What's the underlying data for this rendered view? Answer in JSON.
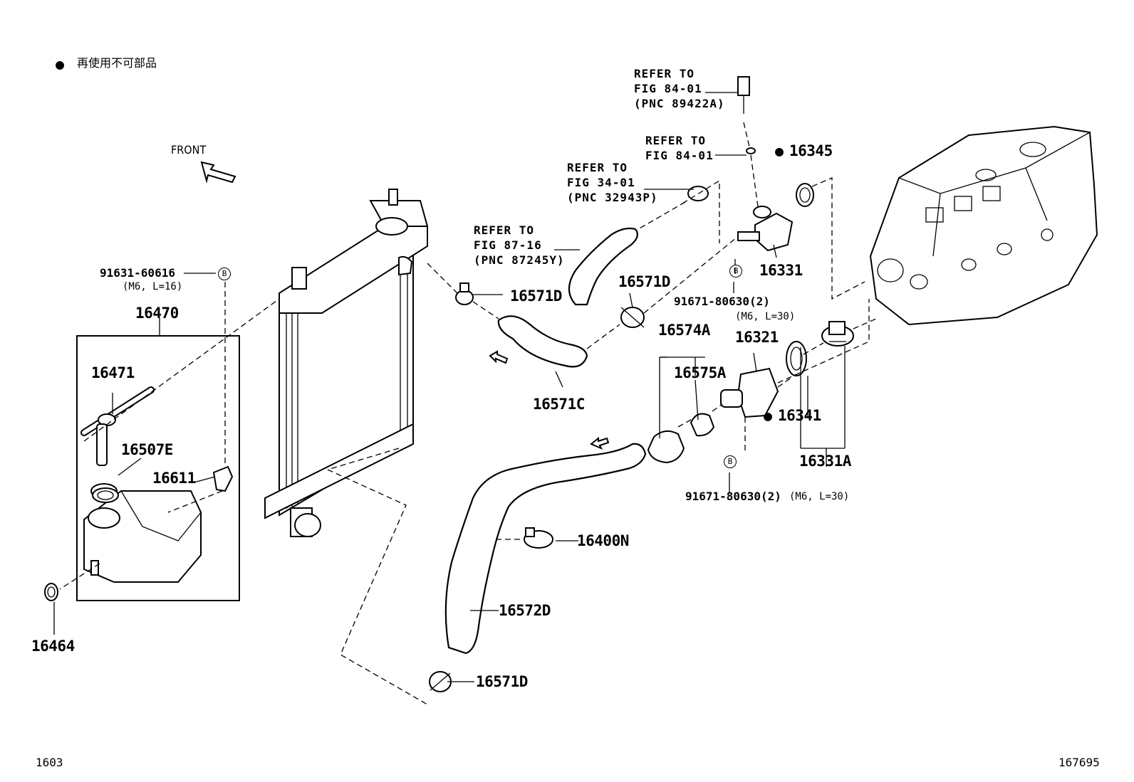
{
  "legend": {
    "marker": "●",
    "text": "再使用不可部品"
  },
  "front_label": "FRONT",
  "footer": {
    "left": "1603",
    "right": "167695"
  },
  "callouts": {
    "p16345": "16345",
    "p16331": "16331",
    "p16571d_a": "16571D",
    "p16571d_b": "16571D",
    "p16571d_c": "16571D",
    "p16571c": "16571C",
    "p16574a": "16574A",
    "p16575a": "16575A",
    "p16321": "16321",
    "p16341": "16341",
    "p16331a": "16331A",
    "p16400n": "16400N",
    "p16572d": "16572D",
    "p16470": "16470",
    "p16471": "16471",
    "p16507e": "16507E",
    "p16611": "16611",
    "p16464": "16464"
  },
  "bolts": {
    "b1": {
      "number": "91631-60616",
      "spec": "(M6, L=16)"
    },
    "b2": {
      "number": "91671-80630(2)",
      "spec": "(M6, L=30)"
    },
    "b3": {
      "number": "91671-80630(2)",
      "spec": "(M6, L=30)"
    }
  },
  "bolt_marker": "B",
  "refs": {
    "r1": {
      "l1": "REFER TO",
      "l2": "FIG 84-01",
      "l3": "(PNC 89422A)"
    },
    "r2": {
      "l1": "REFER TO",
      "l2": "FIG 84-01"
    },
    "r3": {
      "l1": "REFER TO",
      "l2": "FIG 34-01",
      "l3": "(PNC 32943P)"
    },
    "r4": {
      "l1": "REFER TO",
      "l2": "FIG 87-16",
      "l3": "(PNC 87245Y)"
    }
  },
  "non_reusable_marker": "●"
}
